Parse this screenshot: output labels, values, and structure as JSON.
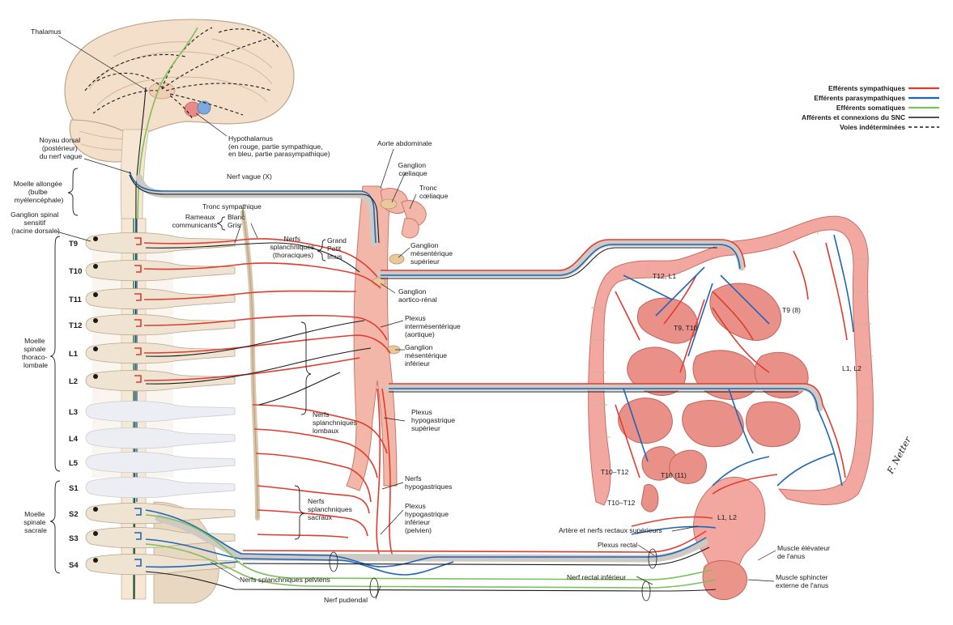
{
  "legend": {
    "sympathetic": {
      "label": "Efférents sympathiques",
      "color": "#e23b2e"
    },
    "parasympathetic": {
      "label": "Efférents parasympathiques",
      "color": "#1f66b8"
    },
    "somatic": {
      "label": "Efférents somatiques",
      "color": "#7dc15a"
    },
    "cns": {
      "label": "Afférents et connexions du SNC",
      "color": "#1a1a1a"
    },
    "undetermined": {
      "label": "Voies indéterminées",
      "color": "#1a1a1a"
    }
  },
  "levels": [
    "T9",
    "T10",
    "T11",
    "T12",
    "L1",
    "L2",
    "L3",
    "L4",
    "L5",
    "S1",
    "S2",
    "S3",
    "S4"
  ],
  "labels": {
    "thalamus": "Thalamus",
    "hypothalamus": [
      "Hypothalamus",
      "(en rouge, partie sympathique,",
      "en bleu, partie parasympathique)"
    ],
    "noyau_dorsal": [
      "Noyau dorsal",
      "(postérieur)",
      "du nerf vague"
    ],
    "moelle_allongee": [
      "Moelle allongée",
      "(bulbe",
      "myélencéphale)"
    ],
    "ganglion_spinal": [
      "Ganglion spinal",
      "sensitif",
      "(racine dorsale)"
    ],
    "nerf_vague": "Nerf vague (X)",
    "tronc_sympathique": "Tronc sympathique",
    "rameaux": [
      "Rameaux",
      "communicants"
    ],
    "blanc": "Blanc",
    "gris": "Gris",
    "nerfs_spl_thor": [
      "Nerfs",
      "splanchniques",
      "(thoraciques)"
    ],
    "grand": "Grand",
    "petit": "Petit",
    "imus": "Imus",
    "aorte": "Aorte abdominale",
    "ganglion_coeliaque": [
      "Ganglion",
      "cœliaque"
    ],
    "tronc_coeliaque": [
      "Tronc",
      "cœliaque"
    ],
    "ganglion_mes_sup": [
      "Ganglion",
      "mésentérique",
      "supérieur"
    ],
    "ganglion_aortico": [
      "Ganglion",
      "aortico-rénal"
    ],
    "plexus_intermes": [
      "Plexus",
      "intermésentérique",
      "(aortique)"
    ],
    "ganglion_mes_inf": [
      "Ganglion",
      "mésentérique",
      "inférieur"
    ],
    "moelle_thoraco": [
      "Moelle",
      "spinale",
      "thoraco-",
      "lombale"
    ],
    "nerfs_spl_lomb": [
      "Nerfs",
      "splanchniques",
      "lombaux"
    ],
    "plexus_hypo_sup": [
      "Plexus",
      "hypogastrique",
      "supérieur"
    ],
    "nerfs_hypo": [
      "Nerfs",
      "hypogastriques"
    ],
    "plexus_hypo_inf": [
      "Plexus",
      "hypogastrique",
      "inférieur",
      "(pelvien)"
    ],
    "moelle_sacrale": [
      "Moelle",
      "spinale",
      "sacrale"
    ],
    "nerfs_spl_sacr": [
      "Nerfs",
      "splanchniques",
      "sacraux"
    ],
    "nerfs_pelviens": "Nerfs splanchniques pelviens",
    "nerf_pudendal": "Nerf pudendal",
    "nerf_rectal_inf": "Nerf rectal inférieur",
    "artere_rectaux": "Artère et nerfs rectaux supérieurs",
    "plexus_rectal": "Plexus rectal",
    "muscle_elevateur": [
      "Muscle élévateur",
      "de l'anus"
    ],
    "muscle_sphincter": [
      "Muscle sphincter",
      "externe de l'anus"
    ],
    "gut_t12_l1": "T12, L1",
    "gut_t9_8": "T9 (8)",
    "gut_t9_t10": "T9, T10",
    "gut_l1_l2_right": "L1, L2",
    "gut_t10_t12_a": "T10–T12",
    "gut_t10_11": "T10 (11)",
    "gut_t10_t12_b": "T10–T12",
    "gut_l1_l2_bottom": "L1, L2",
    "signature": "F. Netter"
  }
}
